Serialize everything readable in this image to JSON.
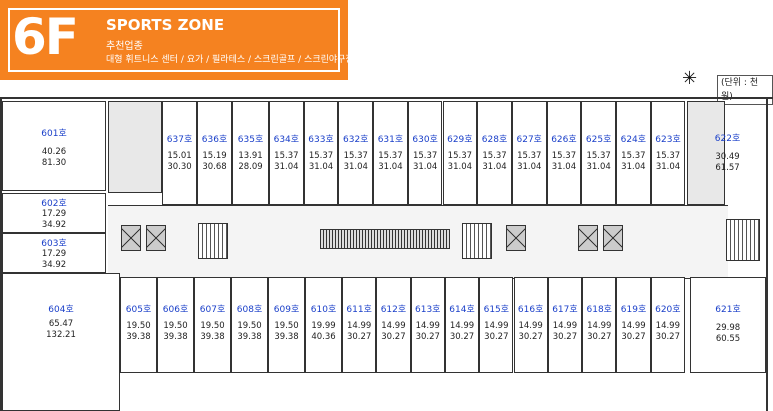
{
  "header": {
    "floor": "6F",
    "zone": "SPORTS ZONE",
    "subtitle": "추천업종",
    "categories": "대형 휘트니스 센터 / 요가 / 필라테스 / 스크린골프 / 스크린야구장"
  },
  "unit_note": "(단위 : 천원)",
  "compass_icon": "compass-star-icon",
  "colors": {
    "banner": "#f58220",
    "unit_number": "#1a3fc9"
  },
  "units_top": [
    {
      "num": "637호",
      "a": "15.01",
      "b": "30.30"
    },
    {
      "num": "636호",
      "a": "15.19",
      "b": "30.68"
    },
    {
      "num": "635호",
      "a": "13.91",
      "b": "28.09"
    },
    {
      "num": "634호",
      "a": "15.37",
      "b": "31.04"
    },
    {
      "num": "633호",
      "a": "15.37",
      "b": "31.04"
    },
    {
      "num": "632호",
      "a": "15.37",
      "b": "31.04"
    },
    {
      "num": "631호",
      "a": "15.37",
      "b": "31.04"
    },
    {
      "num": "630호",
      "a": "15.37",
      "b": "31.04"
    },
    {
      "num": "629호",
      "a": "15.37",
      "b": "31.04"
    },
    {
      "num": "628호",
      "a": "15.37",
      "b": "31.04"
    },
    {
      "num": "627호",
      "a": "15.37",
      "b": "31.04"
    },
    {
      "num": "626호",
      "a": "15.37",
      "b": "31.04"
    },
    {
      "num": "625호",
      "a": "15.37",
      "b": "31.04"
    },
    {
      "num": "624호",
      "a": "15.37",
      "b": "31.04"
    },
    {
      "num": "623호",
      "a": "15.37",
      "b": "31.04"
    }
  ],
  "unit_622": {
    "num": "622호",
    "a": "30.49",
    "b": "61.57"
  },
  "units_bottom": [
    {
      "num": "605호",
      "a": "19.50",
      "b": "39.38"
    },
    {
      "num": "606호",
      "a": "19.50",
      "b": "39.38"
    },
    {
      "num": "607호",
      "a": "19.50",
      "b": "39.38"
    },
    {
      "num": "608호",
      "a": "19.50",
      "b": "39.38"
    },
    {
      "num": "609호",
      "a": "19.50",
      "b": "39.38"
    },
    {
      "num": "610호",
      "a": "19.99",
      "b": "40.36"
    },
    {
      "num": "611호",
      "a": "14.99",
      "b": "30.27"
    },
    {
      "num": "612호",
      "a": "14.99",
      "b": "30.27"
    },
    {
      "num": "613호",
      "a": "14.99",
      "b": "30.27"
    },
    {
      "num": "614호",
      "a": "14.99",
      "b": "30.27"
    },
    {
      "num": "615호",
      "a": "14.99",
      "b": "30.27"
    },
    {
      "num": "616호",
      "a": "14.99",
      "b": "30.27"
    },
    {
      "num": "617호",
      "a": "14.99",
      "b": "30.27"
    },
    {
      "num": "618호",
      "a": "14.99",
      "b": "30.27"
    },
    {
      "num": "619호",
      "a": "14.99",
      "b": "30.27"
    },
    {
      "num": "620호",
      "a": "14.99",
      "b": "30.27"
    }
  ],
  "unit_621": {
    "num": "621호",
    "a": "29.98",
    "b": "60.55"
  },
  "units_left": [
    {
      "num": "601호",
      "a": "40.26",
      "b": "81.30"
    },
    {
      "num": "602호",
      "a": "17.29",
      "b": "34.92"
    },
    {
      "num": "603호",
      "a": "17.29",
      "b": "34.92"
    },
    {
      "num": "604호",
      "a": "65.47",
      "b": "132.21"
    }
  ]
}
